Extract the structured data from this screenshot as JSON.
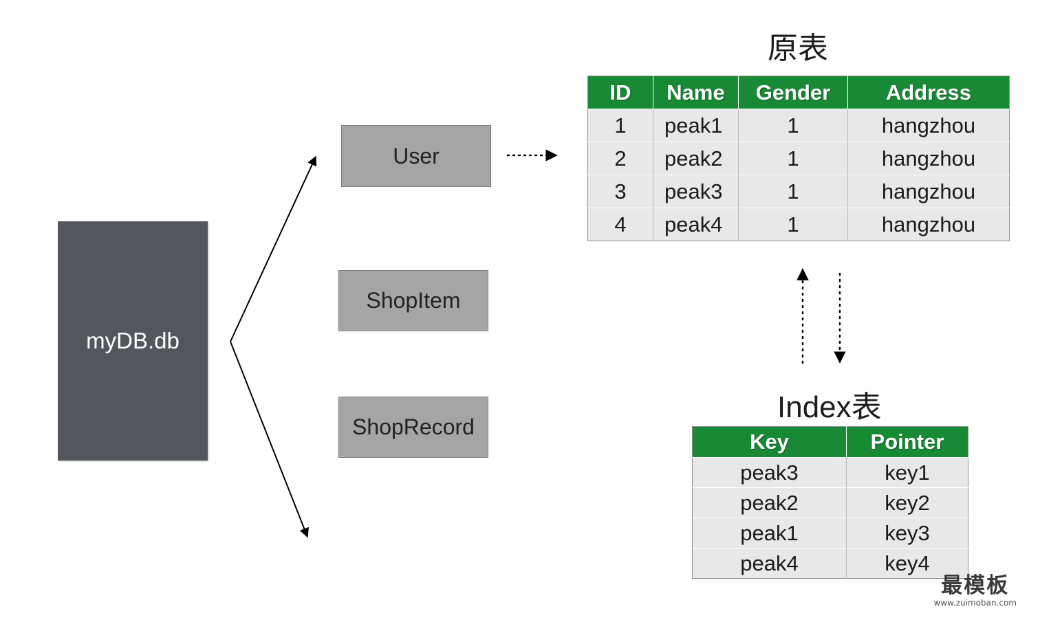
{
  "database": {
    "name": "myDB.db"
  },
  "tables": [
    {
      "label": "User"
    },
    {
      "label": "ShopItem"
    },
    {
      "label": "ShopRecord"
    }
  ],
  "original_table": {
    "heading": "原表",
    "columns": [
      "ID",
      "Name",
      "Gender",
      "Address"
    ],
    "rows": [
      [
        "1",
        "peak1",
        "1",
        "hangzhou"
      ],
      [
        "2",
        "peak2",
        "1",
        "hangzhou"
      ],
      [
        "3",
        "peak3",
        "1",
        "hangzhou"
      ],
      [
        "4",
        "peak4",
        "1",
        "hangzhou"
      ]
    ]
  },
  "index_table": {
    "heading": "Index表",
    "columns": [
      "Key",
      "Pointer"
    ],
    "rows": [
      [
        "peak3",
        "key1"
      ],
      [
        "peak2",
        "key2"
      ],
      [
        "peak1",
        "key3"
      ],
      [
        "peak4",
        "key4"
      ]
    ]
  },
  "watermark": {
    "main": "最模板",
    "sub": "www.zuimoban.com"
  },
  "colors": {
    "header_green": "#188934",
    "db_box": "#53565c",
    "table_box": "#a4a5a4",
    "cell_bg": "#e8e8e8"
  }
}
